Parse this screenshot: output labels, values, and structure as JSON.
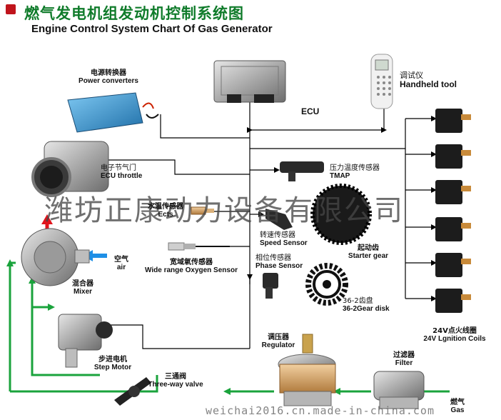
{
  "title": {
    "cn": "燃气发电机组发动机控制系统图",
    "en": "Engine Control System Chart Of Gas Generator"
  },
  "labels": {
    "power_converters": {
      "cn": "电源转换器",
      "en": "Power converters"
    },
    "ecu": {
      "en": "ECU"
    },
    "handheld_tool": {
      "cn": "调试仪",
      "en": "Handheld tool"
    },
    "ecu_throttle": {
      "cn": "电子节气门",
      "en": "ECU throttle"
    },
    "tmap": {
      "cn": "压力温度传感器",
      "en": "TMAP"
    },
    "ects": {
      "cn": "水温传感器",
      "en": "Ects"
    },
    "speed_sensor": {
      "cn": "转速传感器",
      "en": "Speed Sensor"
    },
    "starter_gear": {
      "cn": "起动齿",
      "en": "Starter gear"
    },
    "air": {
      "cn": "空气",
      "en": "air"
    },
    "oxygen_sensor": {
      "cn": "宽域氧传感器",
      "en": "Wide range Oxygen Sensor"
    },
    "phase_sensor": {
      "cn": "相位传感器",
      "en": "Phase Sensor"
    },
    "mixer": {
      "cn": "混合器",
      "en": "Mixer"
    },
    "gear_disk": {
      "cn": "36-2齿盘",
      "en": "36-2Gear disk"
    },
    "ignition_coils": {
      "cn": "24V点火线圈",
      "en": "24V Lgnition Coils"
    },
    "step_motor": {
      "cn": "步进电机",
      "en": "Step Motor"
    },
    "regulator": {
      "cn": "调压器",
      "en": "Regulator"
    },
    "filter": {
      "cn": "过滤器",
      "en": "Filter"
    },
    "three_way_valve": {
      "cn": "三通阀",
      "en": "Three-way valve"
    },
    "gas": {
      "cn": "燃气",
      "en": "Gas"
    }
  },
  "watermark": "潍坊正康动力设备有限公司",
  "url": "weichai2016.cn.made-in-china.com",
  "colors": {
    "title_green": "#0f7b2a",
    "gas_flow": "#1aa33c",
    "air_arrow": "#1e8fe6",
    "mix_arrow": "#e0141c",
    "wire": "#000000"
  }
}
